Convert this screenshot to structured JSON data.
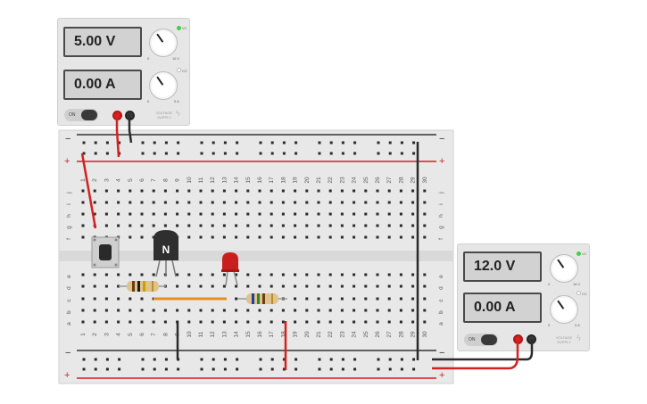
{
  "psu_top": {
    "voltage": "5.00 V",
    "current": "0.00 A",
    "on_label": "ON",
    "knob_v_min": "0",
    "knob_v_max": "18 V",
    "knob_a_min": "0",
    "knob_a_max": "5 A",
    "led_v_label": "VC",
    "led_a_label": "CC",
    "maker": "VOLTAGE\nSUPPLY"
  },
  "psu_bottom": {
    "voltage": "12.0 V",
    "current": "0.00 A",
    "on_label": "ON",
    "knob_v_min": "0",
    "knob_v_max": "18 V",
    "knob_a_min": "0",
    "knob_a_max": "5 A",
    "led_v_label": "VC",
    "led_a_label": "CC",
    "maker": "VOLTAGE\nSUPPLY"
  },
  "breadboard": {
    "rail_minus": "−",
    "rail_plus": "+",
    "row_letters_top": [
      "j",
      "i",
      "h",
      "g",
      "f"
    ],
    "row_letters_bottom": [
      "e",
      "d",
      "c",
      "b",
      "a"
    ],
    "columns": [
      "1",
      "2",
      "3",
      "4",
      "5",
      "6",
      "7",
      "8",
      "9",
      "10",
      "11",
      "12",
      "13",
      "14",
      "15",
      "16",
      "17",
      "18",
      "19",
      "20",
      "21",
      "22",
      "23",
      "24",
      "25",
      "26",
      "27",
      "28",
      "29",
      "30"
    ]
  },
  "transistor": {
    "label": "N"
  },
  "colors": {
    "wire_red": "#d42121",
    "wire_black": "#2b2b2b",
    "wire_orange": "#e8901e",
    "led_red": "#c81e1e",
    "display_bg": "#d2d2d2",
    "rail_red": "#d42121"
  }
}
